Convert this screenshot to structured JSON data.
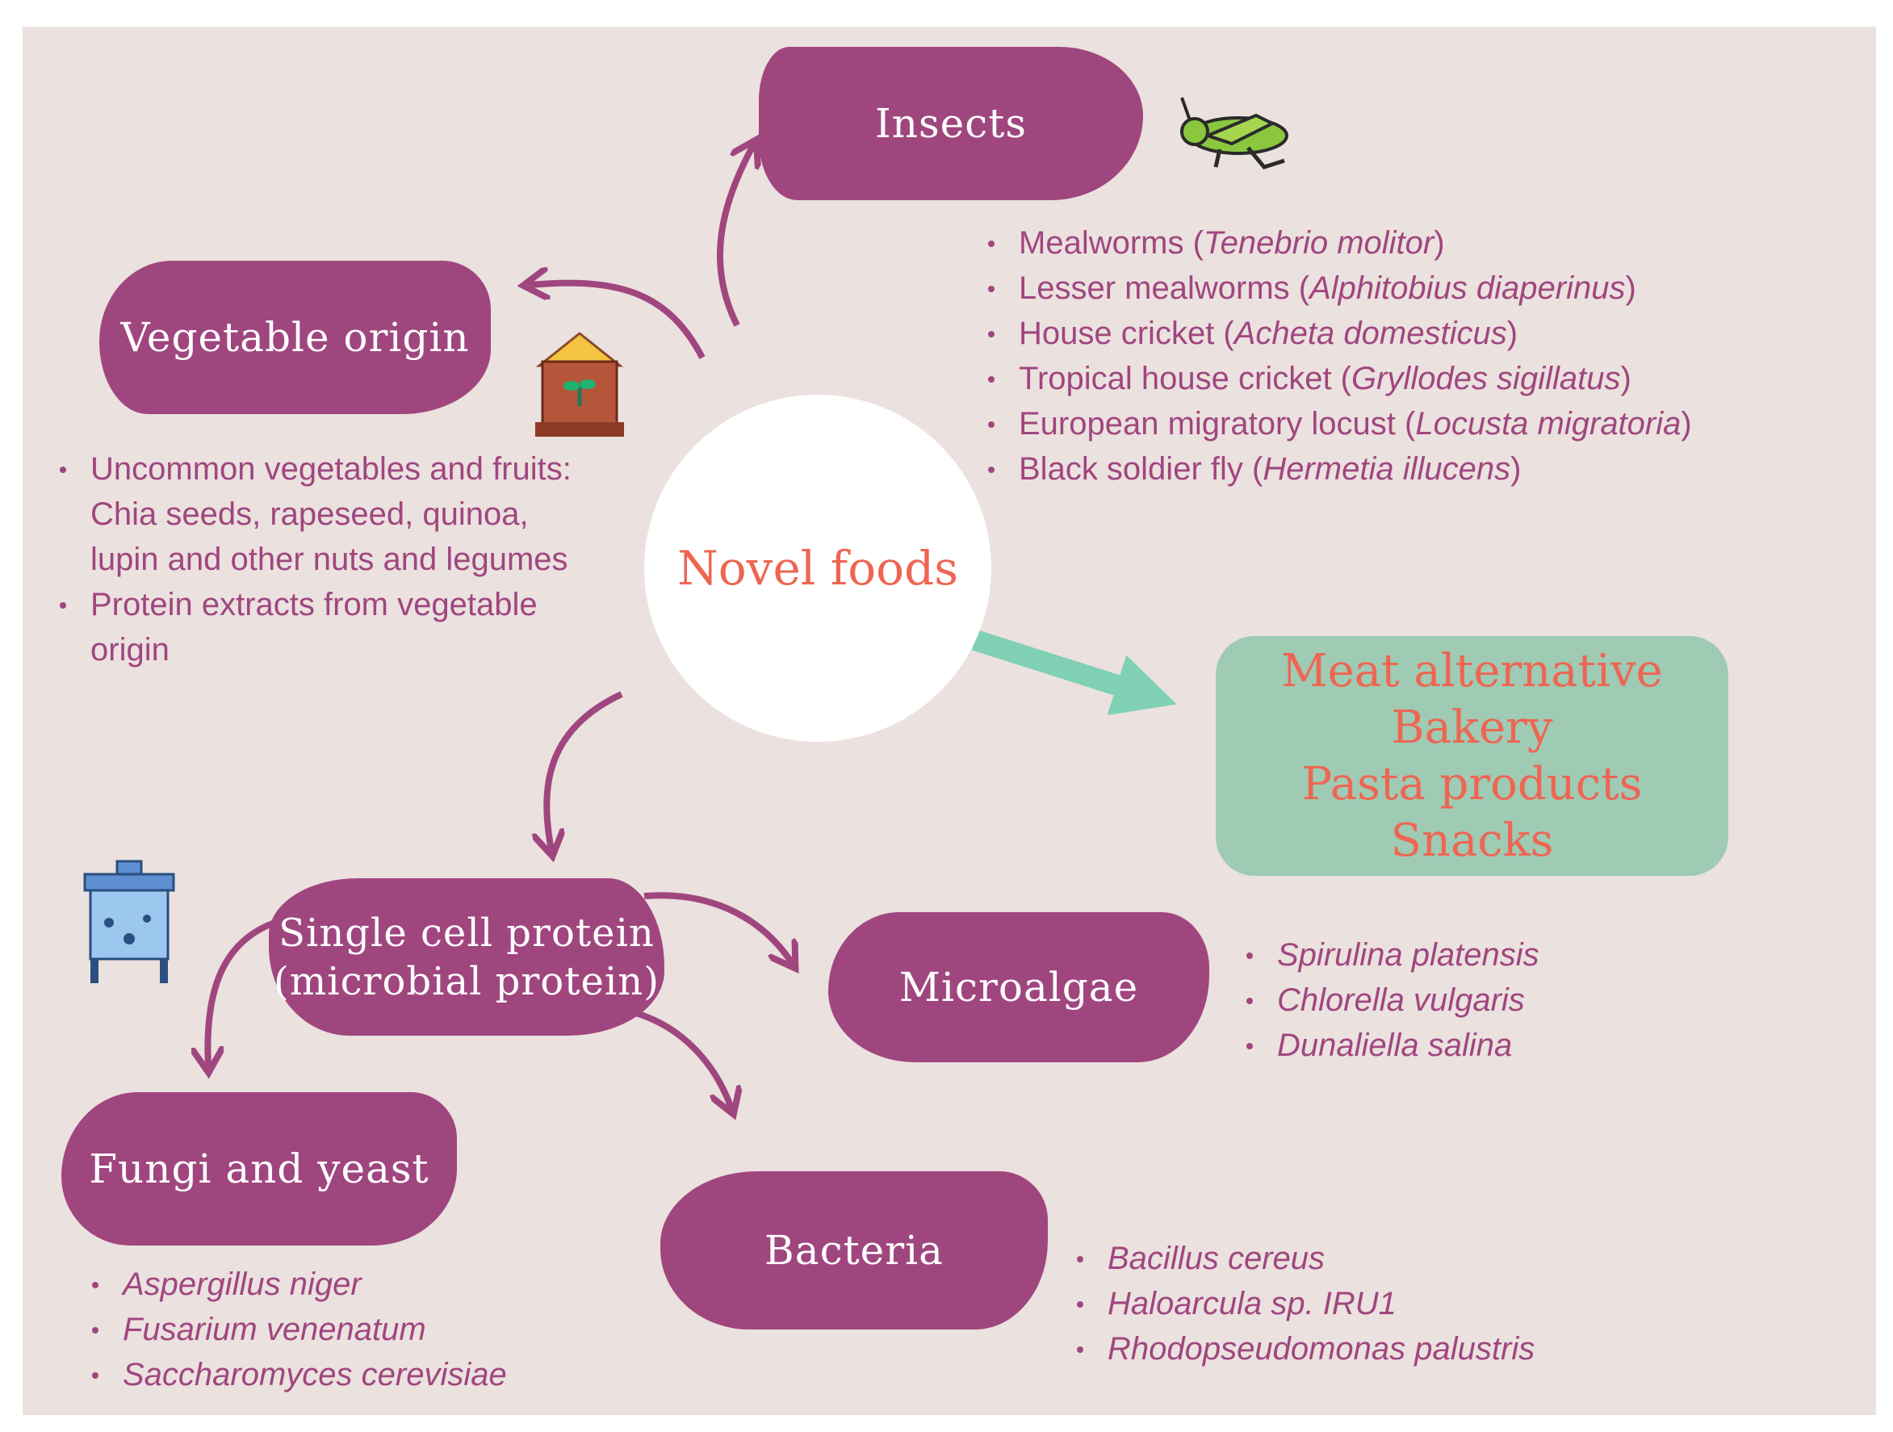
{
  "center": {
    "label": "Novel foods"
  },
  "categories": {
    "insects": {
      "label": "Insects",
      "icon": "grasshopper-icon",
      "items": [
        {
          "common": "Mealworms (",
          "sci": "Tenebrio molitor",
          "close": ")"
        },
        {
          "common": "Lesser mealworms (",
          "sci": "Alphitobius diaperinus",
          "close": ")"
        },
        {
          "common": "House cricket (",
          "sci": "Acheta domesticus",
          "close": ")"
        },
        {
          "common": "Tropical house cricket (",
          "sci": "Gryllodes sigillatus",
          "close": ")"
        },
        {
          "common": "European migratory locust (",
          "sci": "Locusta migratoria",
          "close": ")"
        },
        {
          "common": "Black soldier fly (",
          "sci": "Hermetia illucens",
          "close": ")"
        }
      ]
    },
    "vegetable": {
      "label": "Vegetable origin",
      "icon": "seed-sack-icon",
      "items": [
        "Uncommon vegetables and fruits: Chia seeds, rapeseed, quinoa, lupin and other nuts and legumes",
        "Protein extracts from vegetable origin"
      ]
    },
    "single_cell": {
      "label_line1": "Single cell protein",
      "label_line2": "(microbial protein)",
      "icon": "bioreactor-icon"
    },
    "microalgae": {
      "label": "Microalgae",
      "items": [
        "Spirulina platensis",
        "Chlorella vulgaris",
        "Dunaliella salina"
      ]
    },
    "fungi": {
      "label": "Fungi and yeast",
      "items": [
        "Aspergillus niger",
        "Fusarium venenatum",
        "Saccharomyces cerevisiae"
      ]
    },
    "bacteria": {
      "label": "Bacteria",
      "items": [
        "Bacillus cereus",
        "Haloarcula sp. IRU1",
        "Rhodopseudomonas palustris"
      ]
    }
  },
  "applications": [
    "Meat alternative",
    "Bakery",
    "Pasta products",
    "Snacks"
  ],
  "colors": {
    "background": "#ebe1df",
    "category": "#a0467f",
    "accent_text": "#ee6652",
    "applications_box": "#9fcab4",
    "arrow_green": "#7fd0b4"
  }
}
